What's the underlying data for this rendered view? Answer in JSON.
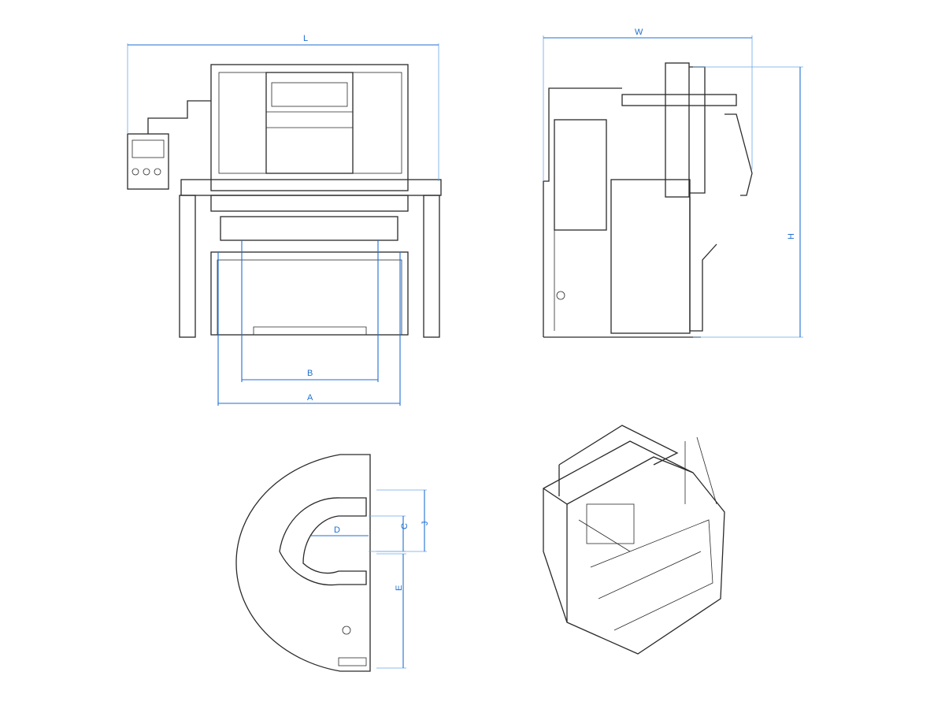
{
  "dimensions": {
    "L": "L",
    "W": "W",
    "H": "H",
    "A": "A",
    "B": "B",
    "C": "C",
    "D": "D",
    "E": "E",
    "J": "J"
  },
  "colors": {
    "dimension": "#1f6fd0",
    "outline": "#2a2a2a"
  }
}
